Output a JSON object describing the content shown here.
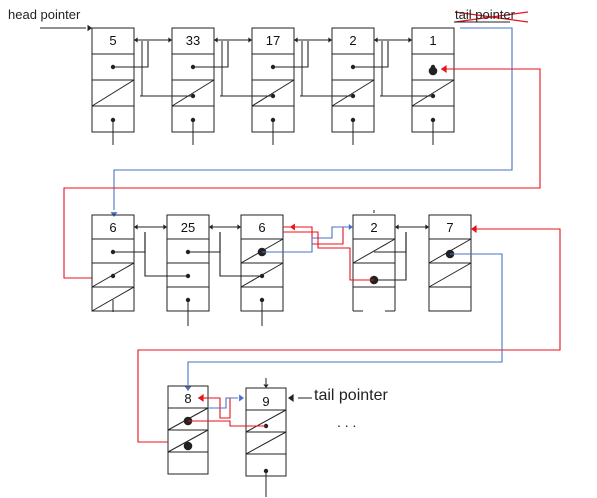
{
  "labels": {
    "head": "head pointer",
    "tail_struck": "tail pointer",
    "tail": "tail pointer",
    "ellipsis": ". . ."
  },
  "rows": [
    {
      "nodes": [
        {
          "value": "5"
        },
        {
          "value": "33"
        },
        {
          "value": "17"
        },
        {
          "value": "2"
        },
        {
          "value": "1"
        }
      ]
    },
    {
      "nodes": [
        {
          "value": "6"
        },
        {
          "value": "25"
        },
        {
          "value": "6"
        },
        {
          "value": "2"
        },
        {
          "value": "7"
        }
      ]
    },
    {
      "nodes": [
        {
          "value": "8"
        },
        {
          "value": "9"
        }
      ]
    }
  ],
  "colors": {
    "line": "#222222",
    "red": "#e8121b",
    "blue": "#4a72c4"
  }
}
